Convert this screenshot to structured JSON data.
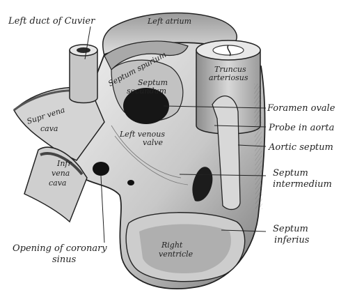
{
  "labels": {
    "left_duct_of_cuvier": "Left duct of Cuvier",
    "left_atrium": "Left atrium",
    "septum_spurium": "Septum spurium",
    "septum_secundum_1": "Septum",
    "septum_secundum_2": "secundum",
    "truncus_arteriosus_1": "Truncus",
    "truncus_arteriosus_2": "arteriosus",
    "sup_vena_cava_1": "Supr vena",
    "sup_vena_cava_2": "cava",
    "left_venous_valve_1": "Left venous",
    "left_venous_valve_2": "valve",
    "foramen_ovale": "Foramen ovale",
    "probe_in_aorta": "Probe in aorta",
    "aortic_septum": "Aortic septum",
    "septum_intermedium_1": "Septum",
    "septum_intermedium_2": "intermedium",
    "inf_vena_cava_1": "Infr",
    "inf_vena_cava_2": "vena",
    "inf_vena_cava_3": "cava",
    "septum_inferius_1": "Septum",
    "septum_inferius_2": "inferius",
    "opening_coronary_sinus_1": "Opening of coronary",
    "opening_coronary_sinus_2": "sinus",
    "right_ventricle_1": "Right",
    "right_ventricle_2": "ventricle"
  },
  "colors": {
    "ink": "#222222",
    "tissue_light": "#e4e4e4",
    "tissue_mid": "#b9b9b9",
    "tissue_dark": "#6e6e6e",
    "cavity": "#1a1a1a"
  }
}
